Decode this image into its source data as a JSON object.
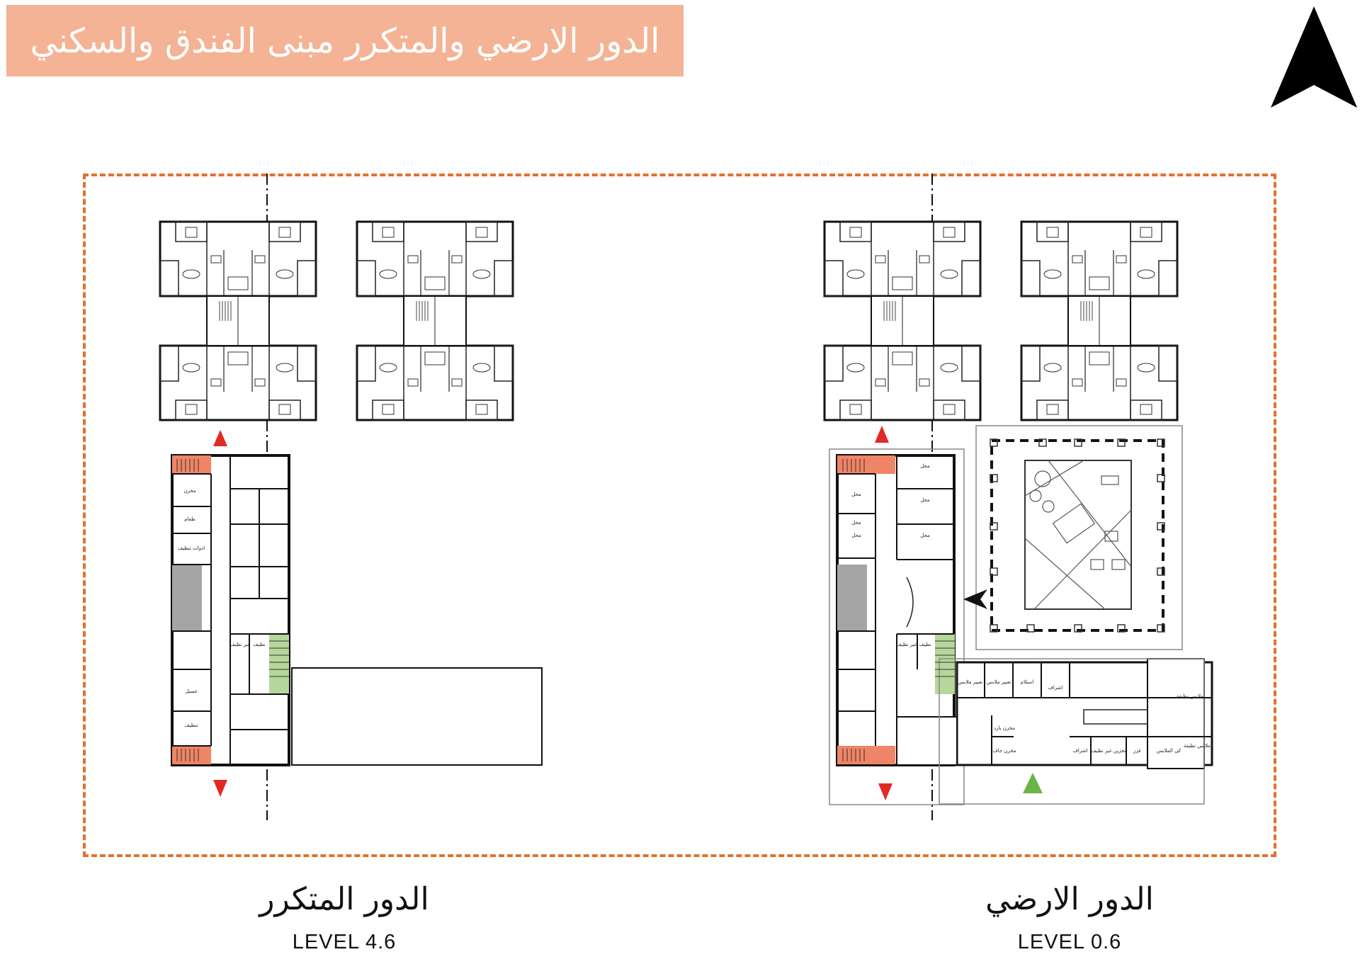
{
  "title": "الدور الارضي والمتكرر مبنى الفندق والسكني",
  "colors": {
    "banner": "#f4b394",
    "frame": "#e56f2e",
    "stair": "#f08466",
    "elevator": "#a5a5a5",
    "green_stair": "#b5d79b",
    "exit_arrow": "#e12a24",
    "entrance_arrow": "#6ab545"
  },
  "icons": [
    "north-arrow-icon",
    "exit-arrow-icon",
    "entrance-arrow-icon",
    "main-entrance-arrow-icon"
  ],
  "typical_floor": {
    "caption": "الدور المتكرر",
    "level": "LEVEL 4.6",
    "rooms": [
      "مخزن",
      "طعام",
      "ادوات تنظيف",
      "غسيل",
      "تنظيف",
      "نظيف",
      "غير نظيف"
    ]
  },
  "ground_floor": {
    "caption": "الدور الارضي",
    "level": "LEVEL 0.6",
    "rooms": [
      "محل",
      "محل",
      "محل",
      "محل",
      "محل",
      "محل",
      "نظيف",
      "غير نظيف",
      "تغيير ملابس",
      "تغيير ملابس",
      "استلام",
      "اشراف",
      "ملابس نظيفة",
      "مخزن بارد",
      "مخزن جاف",
      "اشراف",
      "تخزين غير نظيف",
      "فرز",
      "كي الملابس",
      "ملابس نظيفة"
    ]
  }
}
